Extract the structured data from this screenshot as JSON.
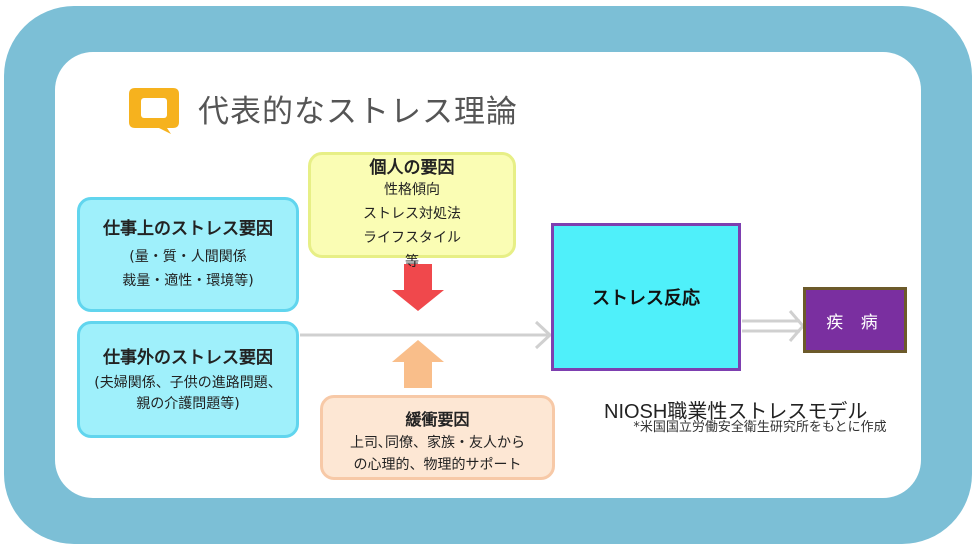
{
  "title": "代表的なストレス理論",
  "work_factors": {
    "heading": "仕事上のストレス要因",
    "line1": "(量・質・人間関係",
    "line2": "裁量・適性・環境等)"
  },
  "nonwork_factors": {
    "heading": "仕事外のストレス要因",
    "line1": "(夫婦関係、子供の進路問題、親の介護問題等)"
  },
  "personal_factors": {
    "heading": "個人の要因",
    "line1": "性格傾向",
    "line2": "ストレス対処法",
    "line3": "ライフスタイル",
    "line4": "等"
  },
  "buffer_factors": {
    "heading": "緩衝要因",
    "line1": "上司､同僚、家族・友人から",
    "line2": "の心理的、物理的サポート"
  },
  "stress_reaction": "ストレス反応",
  "disease": "疾 病",
  "model_name": "NIOSH職業性ストレスモデル",
  "model_note": "*米国国立労働安全衛生研究所をもとに作成",
  "colors": {
    "frame": "#7cbfd6",
    "work_box": "#9ff0fb",
    "personal_box": "#fafdb4",
    "buffer_box": "#fde7d4",
    "reaction_box": "#4ff0fa",
    "disease_box": "#7a2fa0",
    "down_arrow": "#f0484c",
    "up_arrow": "#f9be8a"
  }
}
